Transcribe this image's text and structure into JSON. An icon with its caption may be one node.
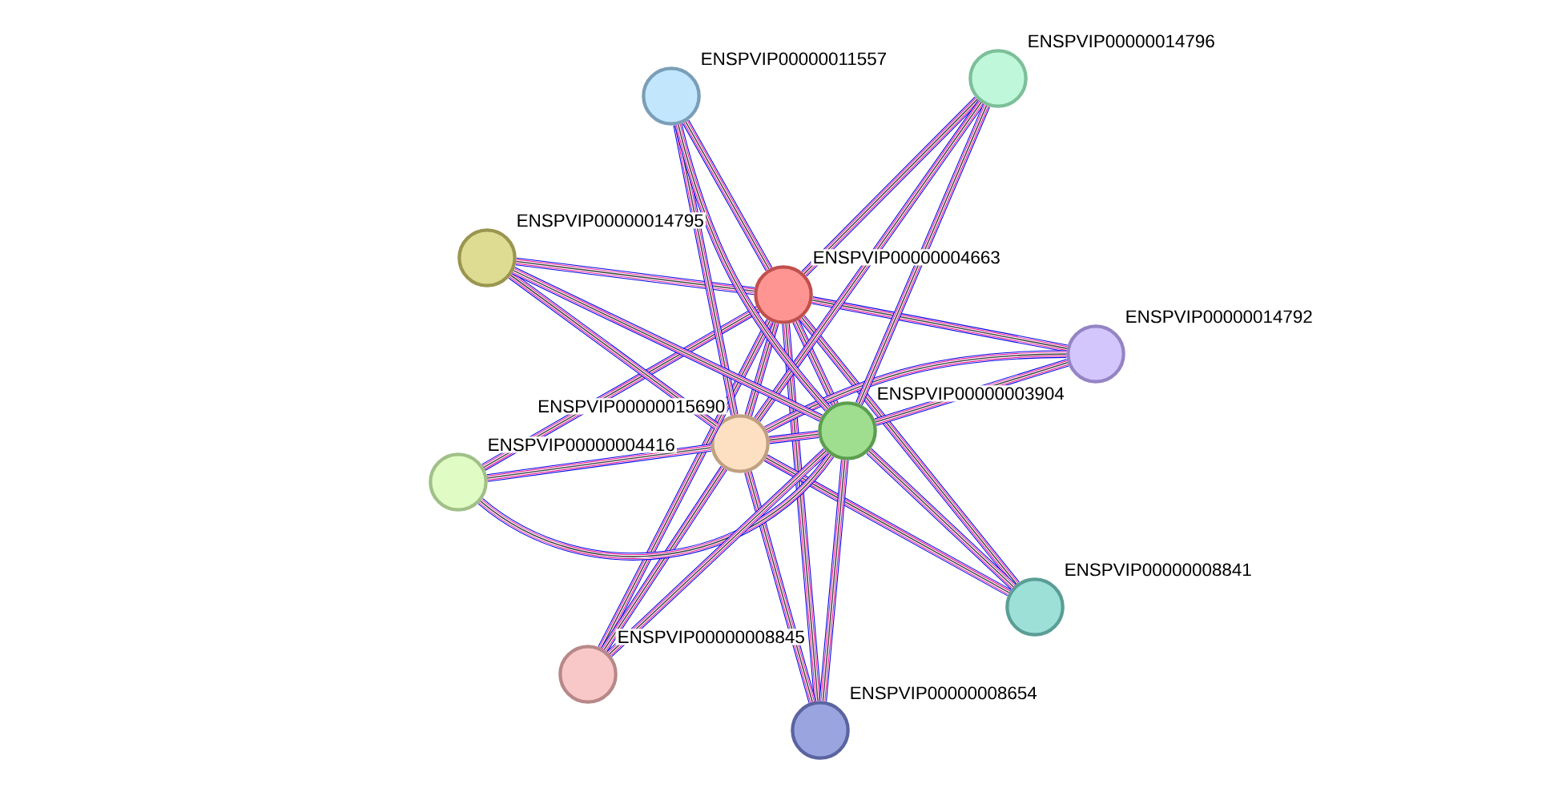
{
  "diagram": {
    "nodes": [
      {
        "text": [],
        "shape": "circle",
        "beside": [
          "ENSPVIP00000004663"
        ]
      },
      {
        "text": [],
        "shape": "circle",
        "beside": [
          "ENSPVIP00000011557"
        ]
      },
      {
        "text": [],
        "shape": "circle",
        "beside": [
          "ENSPVIP00000014796"
        ]
      },
      {
        "text": [],
        "shape": "circle",
        "beside": [
          "ENSPVIP00000014795"
        ]
      },
      {
        "text": [],
        "shape": "circle",
        "beside": [
          "ENSPVIP00000014792"
        ]
      },
      {
        "text": [],
        "shape": "circle",
        "beside": [
          "ENSPVIP00000003904"
        ]
      },
      {
        "text": [],
        "shape": "circle",
        "beside": [
          "ENSPVIP00000015690"
        ]
      },
      {
        "text": [],
        "shape": "circle",
        "beside": [
          "ENSPVIP00000004416"
        ]
      },
      {
        "text": [],
        "shape": "circle",
        "beside": [
          "ENSPVIP00000008841"
        ]
      },
      {
        "text": [],
        "shape": "circle",
        "beside": [
          "ENSPVIP00000008845"
        ]
      },
      {
        "text": [],
        "shape": "circle",
        "beside": [
          "ENSPVIP00000008654"
        ]
      }
    ],
    "edges": [
      {
        "from": 0,
        "to": 1,
        "arrow": "none"
      },
      {
        "from": 0,
        "to": 2,
        "arrow": "none"
      },
      {
        "from": 0,
        "to": 3,
        "arrow": "none"
      },
      {
        "from": 0,
        "to": 4,
        "arrow": "none"
      },
      {
        "from": 0,
        "to": 5,
        "arrow": "none"
      },
      {
        "from": 0,
        "to": 6,
        "arrow": "none"
      },
      {
        "from": 0,
        "to": 7,
        "arrow": "none"
      },
      {
        "from": 0,
        "to": 8,
        "arrow": "none"
      },
      {
        "from": 0,
        "to": 9,
        "arrow": "none"
      },
      {
        "from": 0,
        "to": 10,
        "arrow": "none"
      },
      {
        "from": 6,
        "to": 1,
        "arrow": "none"
      },
      {
        "from": 6,
        "to": 2,
        "arrow": "none"
      },
      {
        "from": 6,
        "to": 3,
        "arrow": "none"
      },
      {
        "from": 6,
        "to": 4,
        "arrow": "none"
      },
      {
        "from": 6,
        "to": 5,
        "arrow": "none"
      },
      {
        "from": 6,
        "to": 7,
        "arrow": "none"
      },
      {
        "from": 6,
        "to": 8,
        "arrow": "none"
      },
      {
        "from": 6,
        "to": 9,
        "arrow": "none"
      },
      {
        "from": 6,
        "to": 10,
        "arrow": "none"
      },
      {
        "from": 5,
        "to": 1,
        "arrow": "none"
      },
      {
        "from": 5,
        "to": 2,
        "arrow": "none"
      },
      {
        "from": 5,
        "to": 3,
        "arrow": "none"
      },
      {
        "from": 5,
        "to": 4,
        "arrow": "none"
      },
      {
        "from": 5,
        "to": 7,
        "arrow": "none"
      },
      {
        "from": 5,
        "to": 8,
        "arrow": "none"
      },
      {
        "from": 5,
        "to": 9,
        "arrow": "none"
      },
      {
        "from": 5,
        "to": 10,
        "arrow": "none"
      }
    ]
  }
}
